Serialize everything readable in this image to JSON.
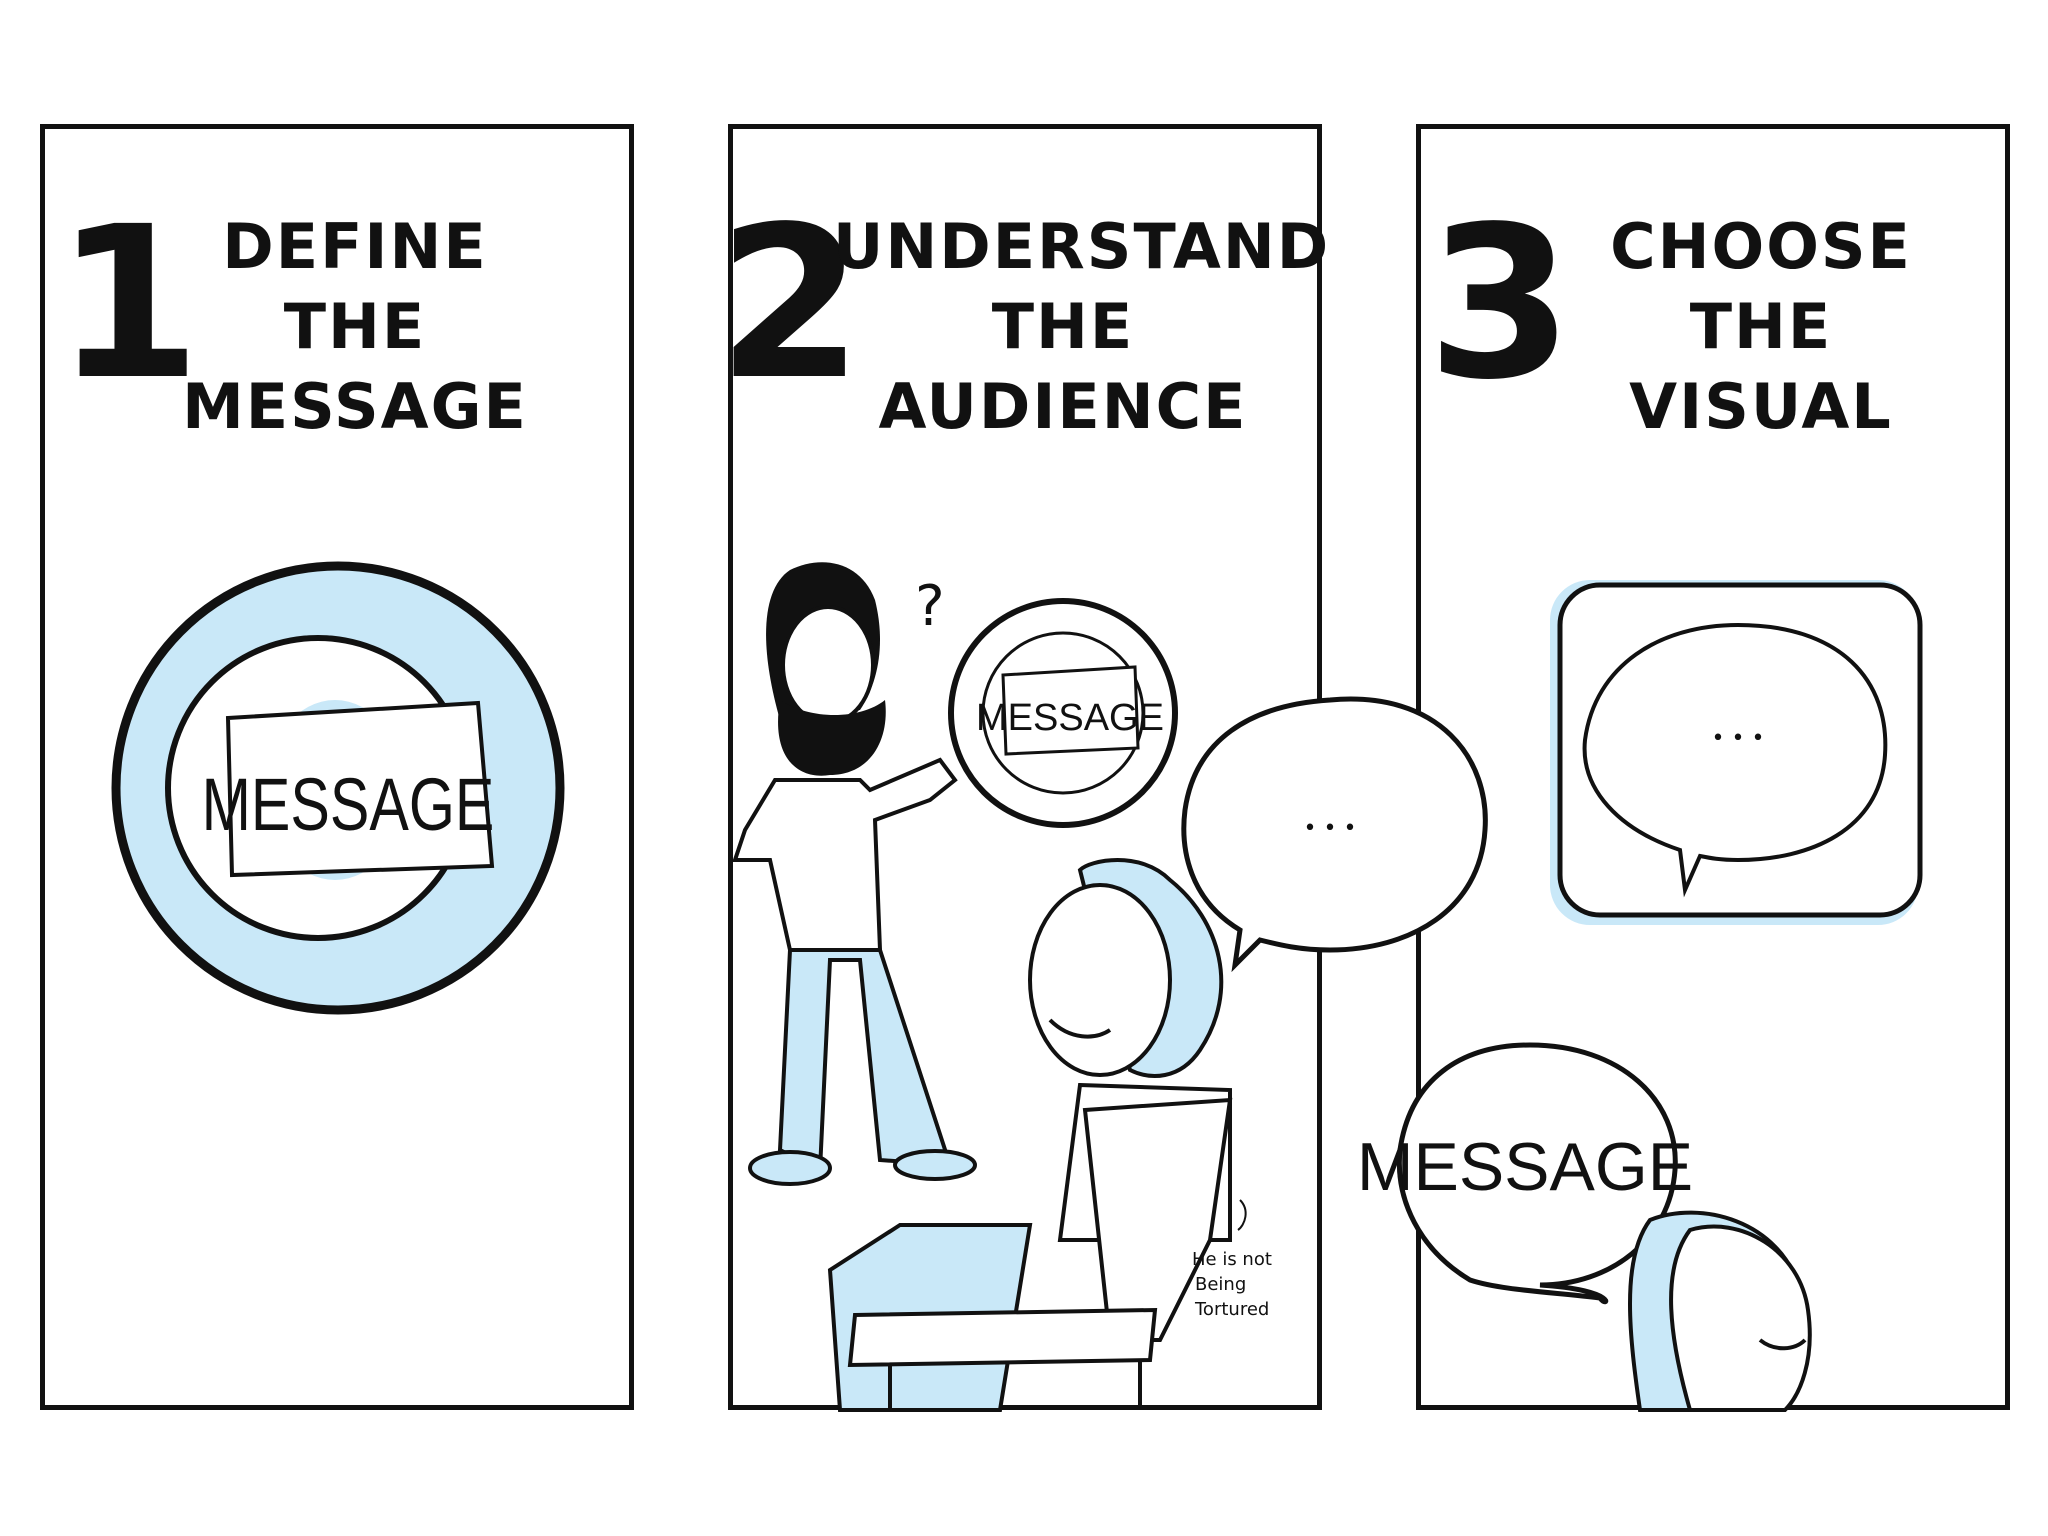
{
  "panels": [
    {
      "number": "1",
      "title": "DEFINE THE\nMESSAGE",
      "sign_text": "MESSAGE"
    },
    {
      "number": "2",
      "title": "UNDERSTAND\nTHE AUDIENCE",
      "sign_text": "MESSAGE",
      "question_mark": "?",
      "bubble_dots": "• • •",
      "note_lines": [
        "He is not",
        "Being",
        "Tortured"
      ]
    },
    {
      "number": "3",
      "title": "CHOOSE THE\nVISUAL",
      "bubble_dots": "• • •",
      "speech_text": "MESSAGE"
    }
  ],
  "colors": {
    "ink": "#111111",
    "accent": "#c9e8f8",
    "background": "#ffffff"
  }
}
